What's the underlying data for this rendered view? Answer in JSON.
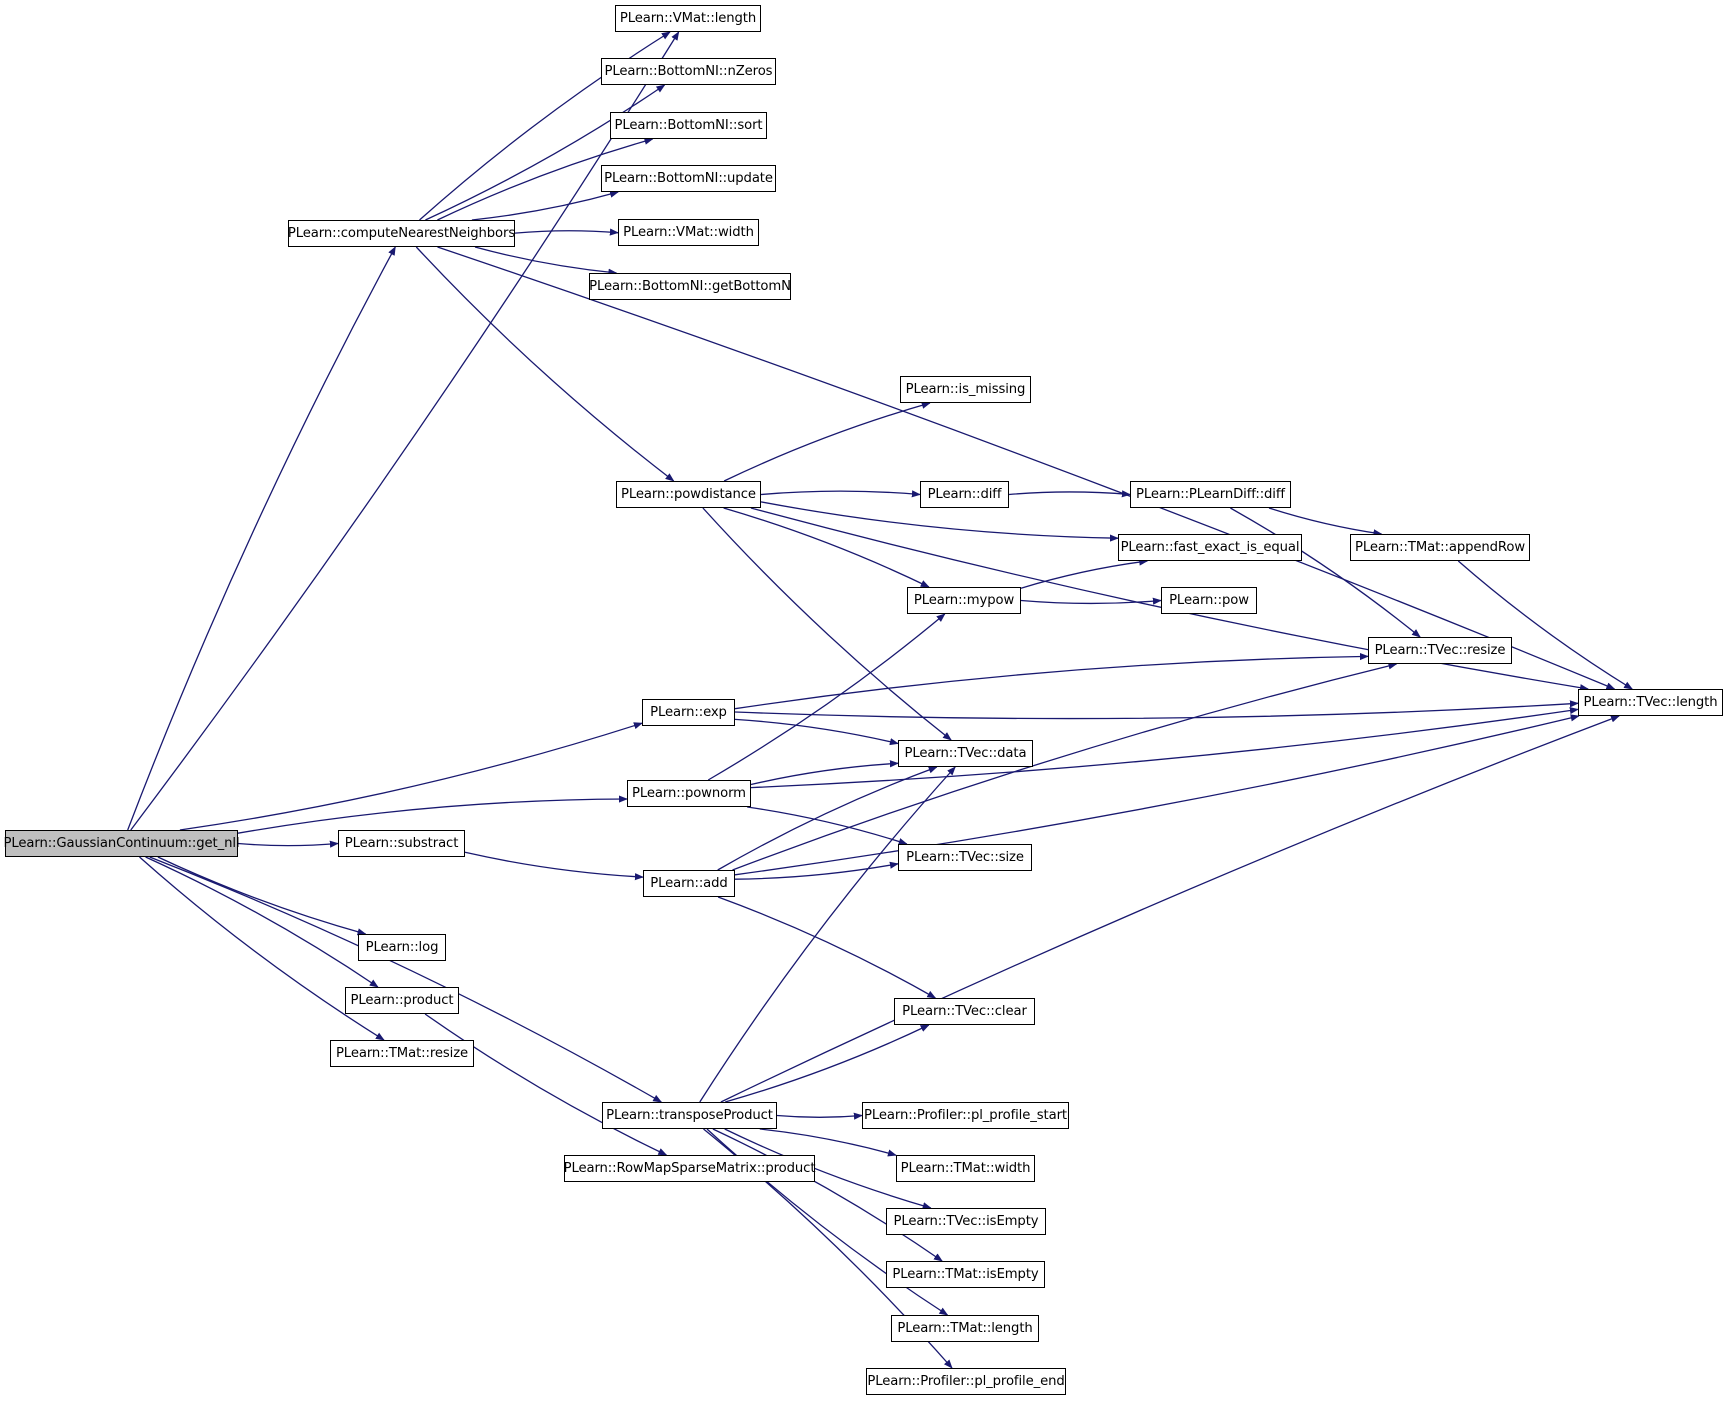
{
  "diagram": {
    "type": "call-graph",
    "root": "get_nll",
    "colors": {
      "edge": "#191970",
      "root_fill": "#bfbfbf",
      "node_border": "#000000"
    },
    "nodes": [
      {
        "id": "get_nll",
        "label": "PLearn::GaussianContinuum::get_nll"
      },
      {
        "id": "cnn",
        "label": "PLearn::computeNearestNeighbors"
      },
      {
        "id": "vmat_len",
        "label": "PLearn::VMat::length"
      },
      {
        "id": "nzeros",
        "label": "PLearn::BottomNI::nZeros"
      },
      {
        "id": "sort",
        "label": "PLearn::BottomNI::sort"
      },
      {
        "id": "update",
        "label": "PLearn::BottomNI::update"
      },
      {
        "id": "vmat_width",
        "label": "PLearn::VMat::width"
      },
      {
        "id": "getbottomn",
        "label": "PLearn::BottomNI::getBottomN"
      },
      {
        "id": "is_missing",
        "label": "PLearn::is_missing"
      },
      {
        "id": "powdistance",
        "label": "PLearn::powdistance"
      },
      {
        "id": "diff",
        "label": "PLearn::diff"
      },
      {
        "id": "pldiff",
        "label": "PLearn::PLearnDiff::diff"
      },
      {
        "id": "fast_eq",
        "label": "PLearn::fast_exact_is_equal"
      },
      {
        "id": "appendrow",
        "label": "PLearn::TMat::appendRow"
      },
      {
        "id": "mypow",
        "label": "PLearn::mypow"
      },
      {
        "id": "pow",
        "label": "PLearn::pow"
      },
      {
        "id": "tvec_resize",
        "label": "PLearn::TVec::resize"
      },
      {
        "id": "exp",
        "label": "PLearn::exp"
      },
      {
        "id": "tvec_length",
        "label": "PLearn::TVec::length"
      },
      {
        "id": "tvec_data",
        "label": "PLearn::TVec::data"
      },
      {
        "id": "pownorm",
        "label": "PLearn::pownorm"
      },
      {
        "id": "substract",
        "label": "PLearn::substract"
      },
      {
        "id": "tvec_size",
        "label": "PLearn::TVec::size"
      },
      {
        "id": "add",
        "label": "PLearn::add"
      },
      {
        "id": "log",
        "label": "PLearn::log"
      },
      {
        "id": "product",
        "label": "PLearn::product"
      },
      {
        "id": "tvec_clear",
        "label": "PLearn::TVec::clear"
      },
      {
        "id": "tmat_resize",
        "label": "PLearn::TMat::resize"
      },
      {
        "id": "transposeproduct",
        "label": "PLearn::transposeProduct"
      },
      {
        "id": "pl_start",
        "label": "PLearn::Profiler::pl_profile_start"
      },
      {
        "id": "rowmap_product",
        "label": "PLearn::RowMapSparseMatrix::product"
      },
      {
        "id": "tmat_width",
        "label": "PLearn::TMat::width"
      },
      {
        "id": "tvec_isempty",
        "label": "PLearn::TVec::isEmpty"
      },
      {
        "id": "tmat_isempty",
        "label": "PLearn::TMat::isEmpty"
      },
      {
        "id": "tmat_length",
        "label": "PLearn::TMat::length"
      },
      {
        "id": "pl_end",
        "label": "PLearn::Profiler::pl_profile_end"
      }
    ],
    "edges": [
      [
        "get_nll",
        "vmat_len"
      ],
      [
        "get_nll",
        "cnn"
      ],
      [
        "get_nll",
        "exp"
      ],
      [
        "get_nll",
        "pownorm"
      ],
      [
        "get_nll",
        "substract"
      ],
      [
        "get_nll",
        "transposeproduct"
      ],
      [
        "get_nll",
        "log"
      ],
      [
        "get_nll",
        "product"
      ],
      [
        "get_nll",
        "tmat_resize"
      ],
      [
        "cnn",
        "vmat_len"
      ],
      [
        "cnn",
        "nzeros"
      ],
      [
        "cnn",
        "sort"
      ],
      [
        "cnn",
        "update"
      ],
      [
        "cnn",
        "vmat_width"
      ],
      [
        "cnn",
        "getbottomn"
      ],
      [
        "cnn",
        "tvec_length"
      ],
      [
        "cnn",
        "powdistance"
      ],
      [
        "powdistance",
        "is_missing"
      ],
      [
        "powdistance",
        "tvec_length"
      ],
      [
        "powdistance",
        "diff"
      ],
      [
        "powdistance",
        "fast_eq"
      ],
      [
        "powdistance",
        "mypow"
      ],
      [
        "powdistance",
        "tvec_data"
      ],
      [
        "diff",
        "pldiff"
      ],
      [
        "pldiff",
        "appendrow"
      ],
      [
        "pldiff",
        "tvec_resize"
      ],
      [
        "appendrow",
        "tvec_length"
      ],
      [
        "mypow",
        "fast_eq"
      ],
      [
        "mypow",
        "pow"
      ],
      [
        "exp",
        "tvec_resize"
      ],
      [
        "exp",
        "tvec_length"
      ],
      [
        "exp",
        "tvec_data"
      ],
      [
        "pownorm",
        "mypow"
      ],
      [
        "pownorm",
        "tvec_data"
      ],
      [
        "pownorm",
        "tvec_length"
      ],
      [
        "pownorm",
        "tvec_size"
      ],
      [
        "substract",
        "add"
      ],
      [
        "add",
        "tvec_data"
      ],
      [
        "add",
        "tvec_size"
      ],
      [
        "add",
        "tvec_resize"
      ],
      [
        "add",
        "tvec_length"
      ],
      [
        "add",
        "tvec_clear"
      ],
      [
        "product",
        "rowmap_product"
      ],
      [
        "transposeproduct",
        "tvec_data"
      ],
      [
        "transposeproduct",
        "tvec_clear"
      ],
      [
        "transposeproduct",
        "tvec_length"
      ],
      [
        "transposeproduct",
        "pl_start"
      ],
      [
        "transposeproduct",
        "tmat_width"
      ],
      [
        "transposeproduct",
        "tvec_isempty"
      ],
      [
        "transposeproduct",
        "tmat_isempty"
      ],
      [
        "transposeproduct",
        "tmat_length"
      ],
      [
        "transposeproduct",
        "pl_end"
      ]
    ]
  }
}
